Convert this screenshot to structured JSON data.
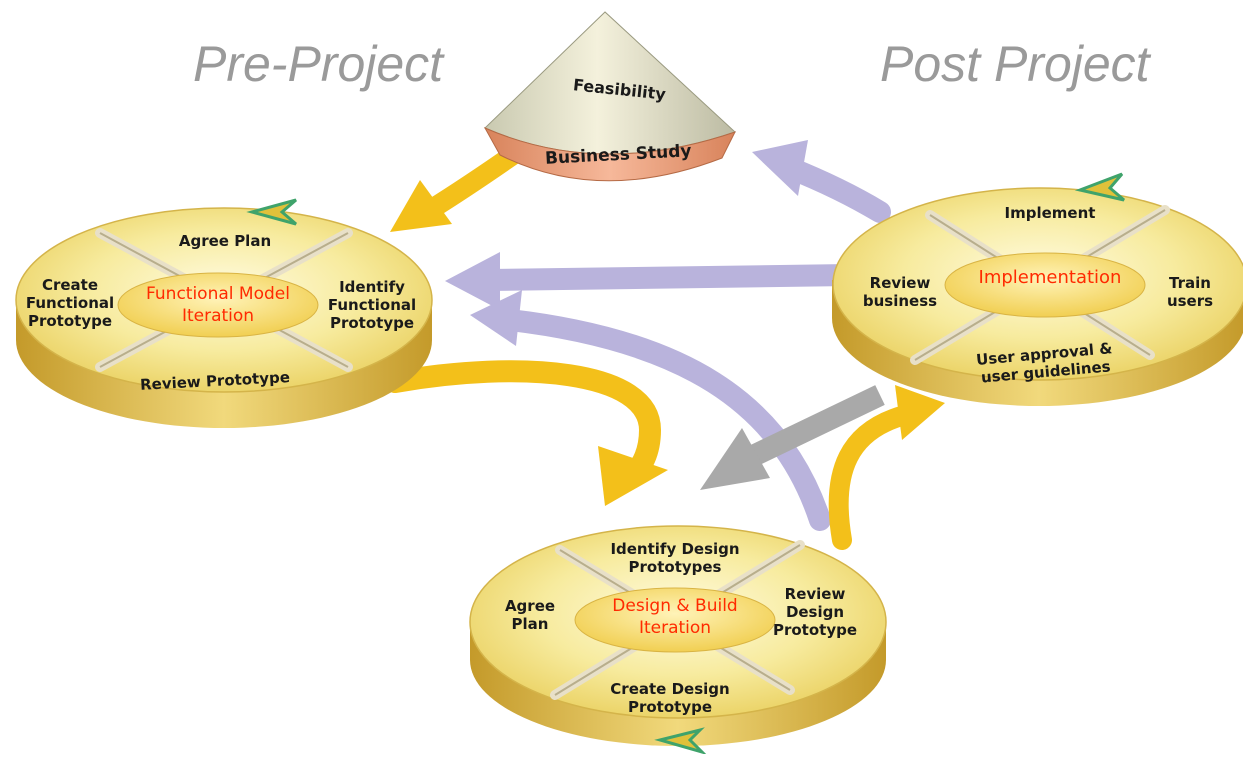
{
  "headings": {
    "pre": "Pre-Project",
    "post": "Post Project"
  },
  "cone": {
    "top": "Feasibility",
    "band": "Business Study"
  },
  "functional": {
    "center": "Functional Model\nIteration",
    "top": "Agree Plan",
    "left": "Create\nFunctional\nPrototype",
    "right": "Identify\nFunctional\nPrototype",
    "bottom": "Review Prototype"
  },
  "implementation": {
    "center": "Implementation",
    "top": "Implement",
    "left": "Review\nbusiness",
    "right": "Train\nusers",
    "bottom": "User approval &\nuser guidelines"
  },
  "design": {
    "center": "Design & Build\nIteration",
    "top": "Identify Design\nPrototypes",
    "left": "Agree\nPlan",
    "right": "Review\nDesign\nPrototype",
    "bottom": "Create Design\nPrototype"
  },
  "colors": {
    "heading": "#9a9a9a",
    "disc": "#f2e07a",
    "disc_rim": "#c9a531",
    "arrow_yellow": "#f3c01a",
    "arrow_lavender": "#b9b3dc",
    "arrow_gray": "#a9a9a9",
    "center_text": "#ff2a00",
    "cone_band": "#eda079"
  }
}
